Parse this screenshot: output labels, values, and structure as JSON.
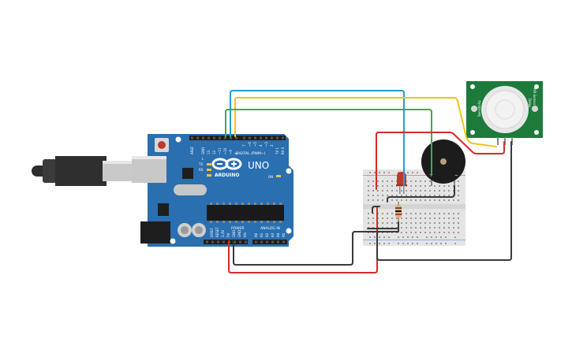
{
  "arduino": {
    "model": "UNO",
    "brand": "ARDUINO",
    "digital_header": "DIGITAL (PWM~)",
    "power_header": "POWER",
    "analog_header": "ANALOG IN",
    "tx_label": "TX",
    "rx_label": "RX",
    "l_label": "L",
    "on_label": "ON",
    "digital_pins": [
      "AREF",
      "GND",
      "13",
      "12",
      "~11",
      "~10",
      "~9",
      "8",
      "7",
      "~6",
      "~5",
      "4",
      "~3",
      "2",
      "TX 1",
      "RX 0"
    ],
    "power_pins": [
      "IOREF",
      "RESET",
      "3.3V",
      "5V",
      "GND",
      "GND",
      "Vin"
    ],
    "analog_pins": [
      "A0",
      "A1",
      "A2",
      "A3",
      "A4",
      "A5"
    ]
  },
  "pir_sensor": {
    "left_text": "Sensitivity",
    "middle_text": "Delay",
    "right_text": "PIR Sensor"
  },
  "buzzer": {
    "plus": "+",
    "minus": "−"
  },
  "colors": {
    "board": "#2a6fb0",
    "pcb_green": "#1d7a3a",
    "breadboard": "#e6e6e6",
    "wire_red": "#d42b2b",
    "wire_black": "#3a3a3a",
    "wire_blue": "#2b9bd6",
    "wire_yellow": "#f2c318",
    "wire_green": "#35b04a",
    "led": "#c0392b"
  }
}
